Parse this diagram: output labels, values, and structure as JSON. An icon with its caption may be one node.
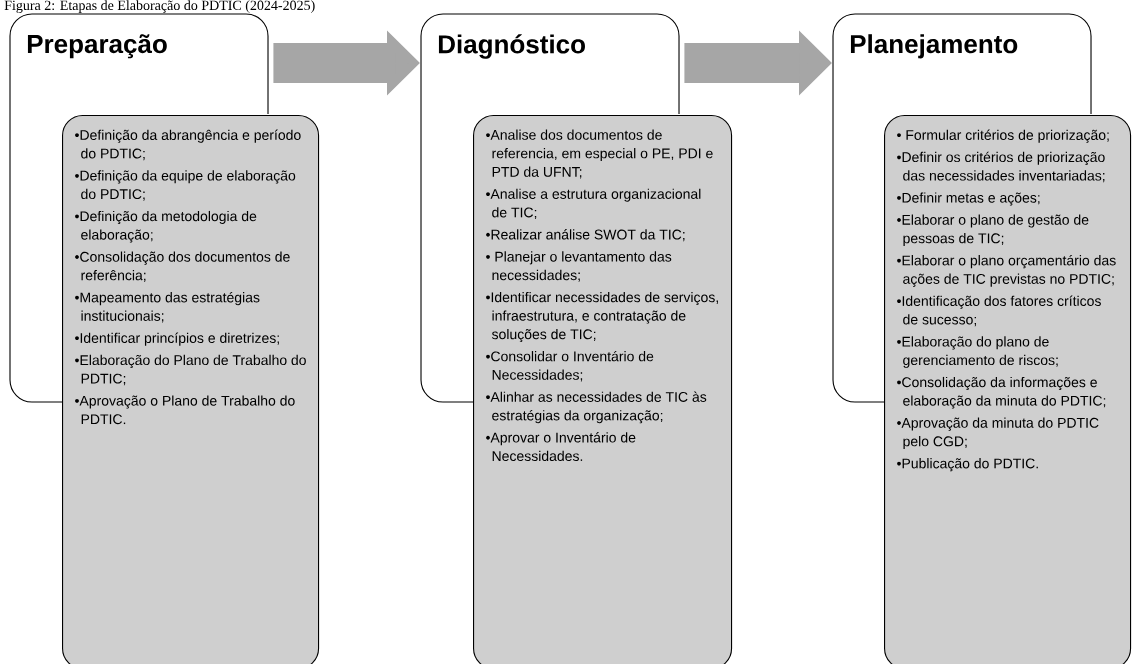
{
  "diagram": {
    "title": "Figura 2: Etapas de Elaboração do PDTIC (2024-2025)",
    "nodes": [
      {
        "text": [
          "Preparação"
        ]
      },
      {
        "text": [
          "•Definição da abrangência e período do PDTIC;",
          "•Definição da equipe de elaboração do PDTIC;",
          "•Definição da metodologia de elaboração;",
          "•Consolidação dos documentos de referência;",
          "•Mapeamento das estratégias institucionais;",
          "•Identificar princípios e diretrizes;",
          "•Elaboração do Plano de Trabalho do PDTIC;",
          "•Aprovação o Plano de Trabalho do PDTIC."
        ]
      },
      {
        "text": [
          "Diagnóstico"
        ]
      },
      {
        "text": [
          "•Analise dos documentos de referencia, em especial o PE, PDI e PTD da UFNT;",
          "•Analise a estrutura organizacional de TIC;",
          "•Realizar análise SWOT da TIC;",
          "• Planejar o levantamento das necessidades;",
          "•Identificar necessidades de serviços, infraestrutura, e contratação de soluções de TIC;",
          "•Consolidar o Inventário de Necessidades;",
          "•Alinhar as necessidades de TIC às estratégias da organização;",
          "•Aprovar o Inventário de Necessidades."
        ]
      },
      {
        "text": [
          "Planejamento"
        ]
      },
      {
        "text": [
          "• Formular critérios de priorização;",
          "•Definir os critérios de priorização das necessidades inventariadas;",
          "•Definir metas e ações;",
          "•Elaborar o plano de gestão de pessoas de TIC;",
          "•Elaborar o plano orçamentário das ações de TIC previstas no PDTIC;",
          "•Identificação dos fatores críticos de sucesso;",
          "•Elaboração do plano de gerenciamento de riscos;",
          "•Consolidação da informações e elaboração da minuta do PDTIC;",
          "•Aprovação da minuta do PDTIC pelo CGD;",
          "•Publicação do PDTIC."
        ]
      }
    ],
    "edges": [
      {
        "from": 0,
        "to": 2,
        "arrow": "to"
      },
      {
        "from": 2,
        "to": 4,
        "arrow": "to"
      }
    ]
  }
}
